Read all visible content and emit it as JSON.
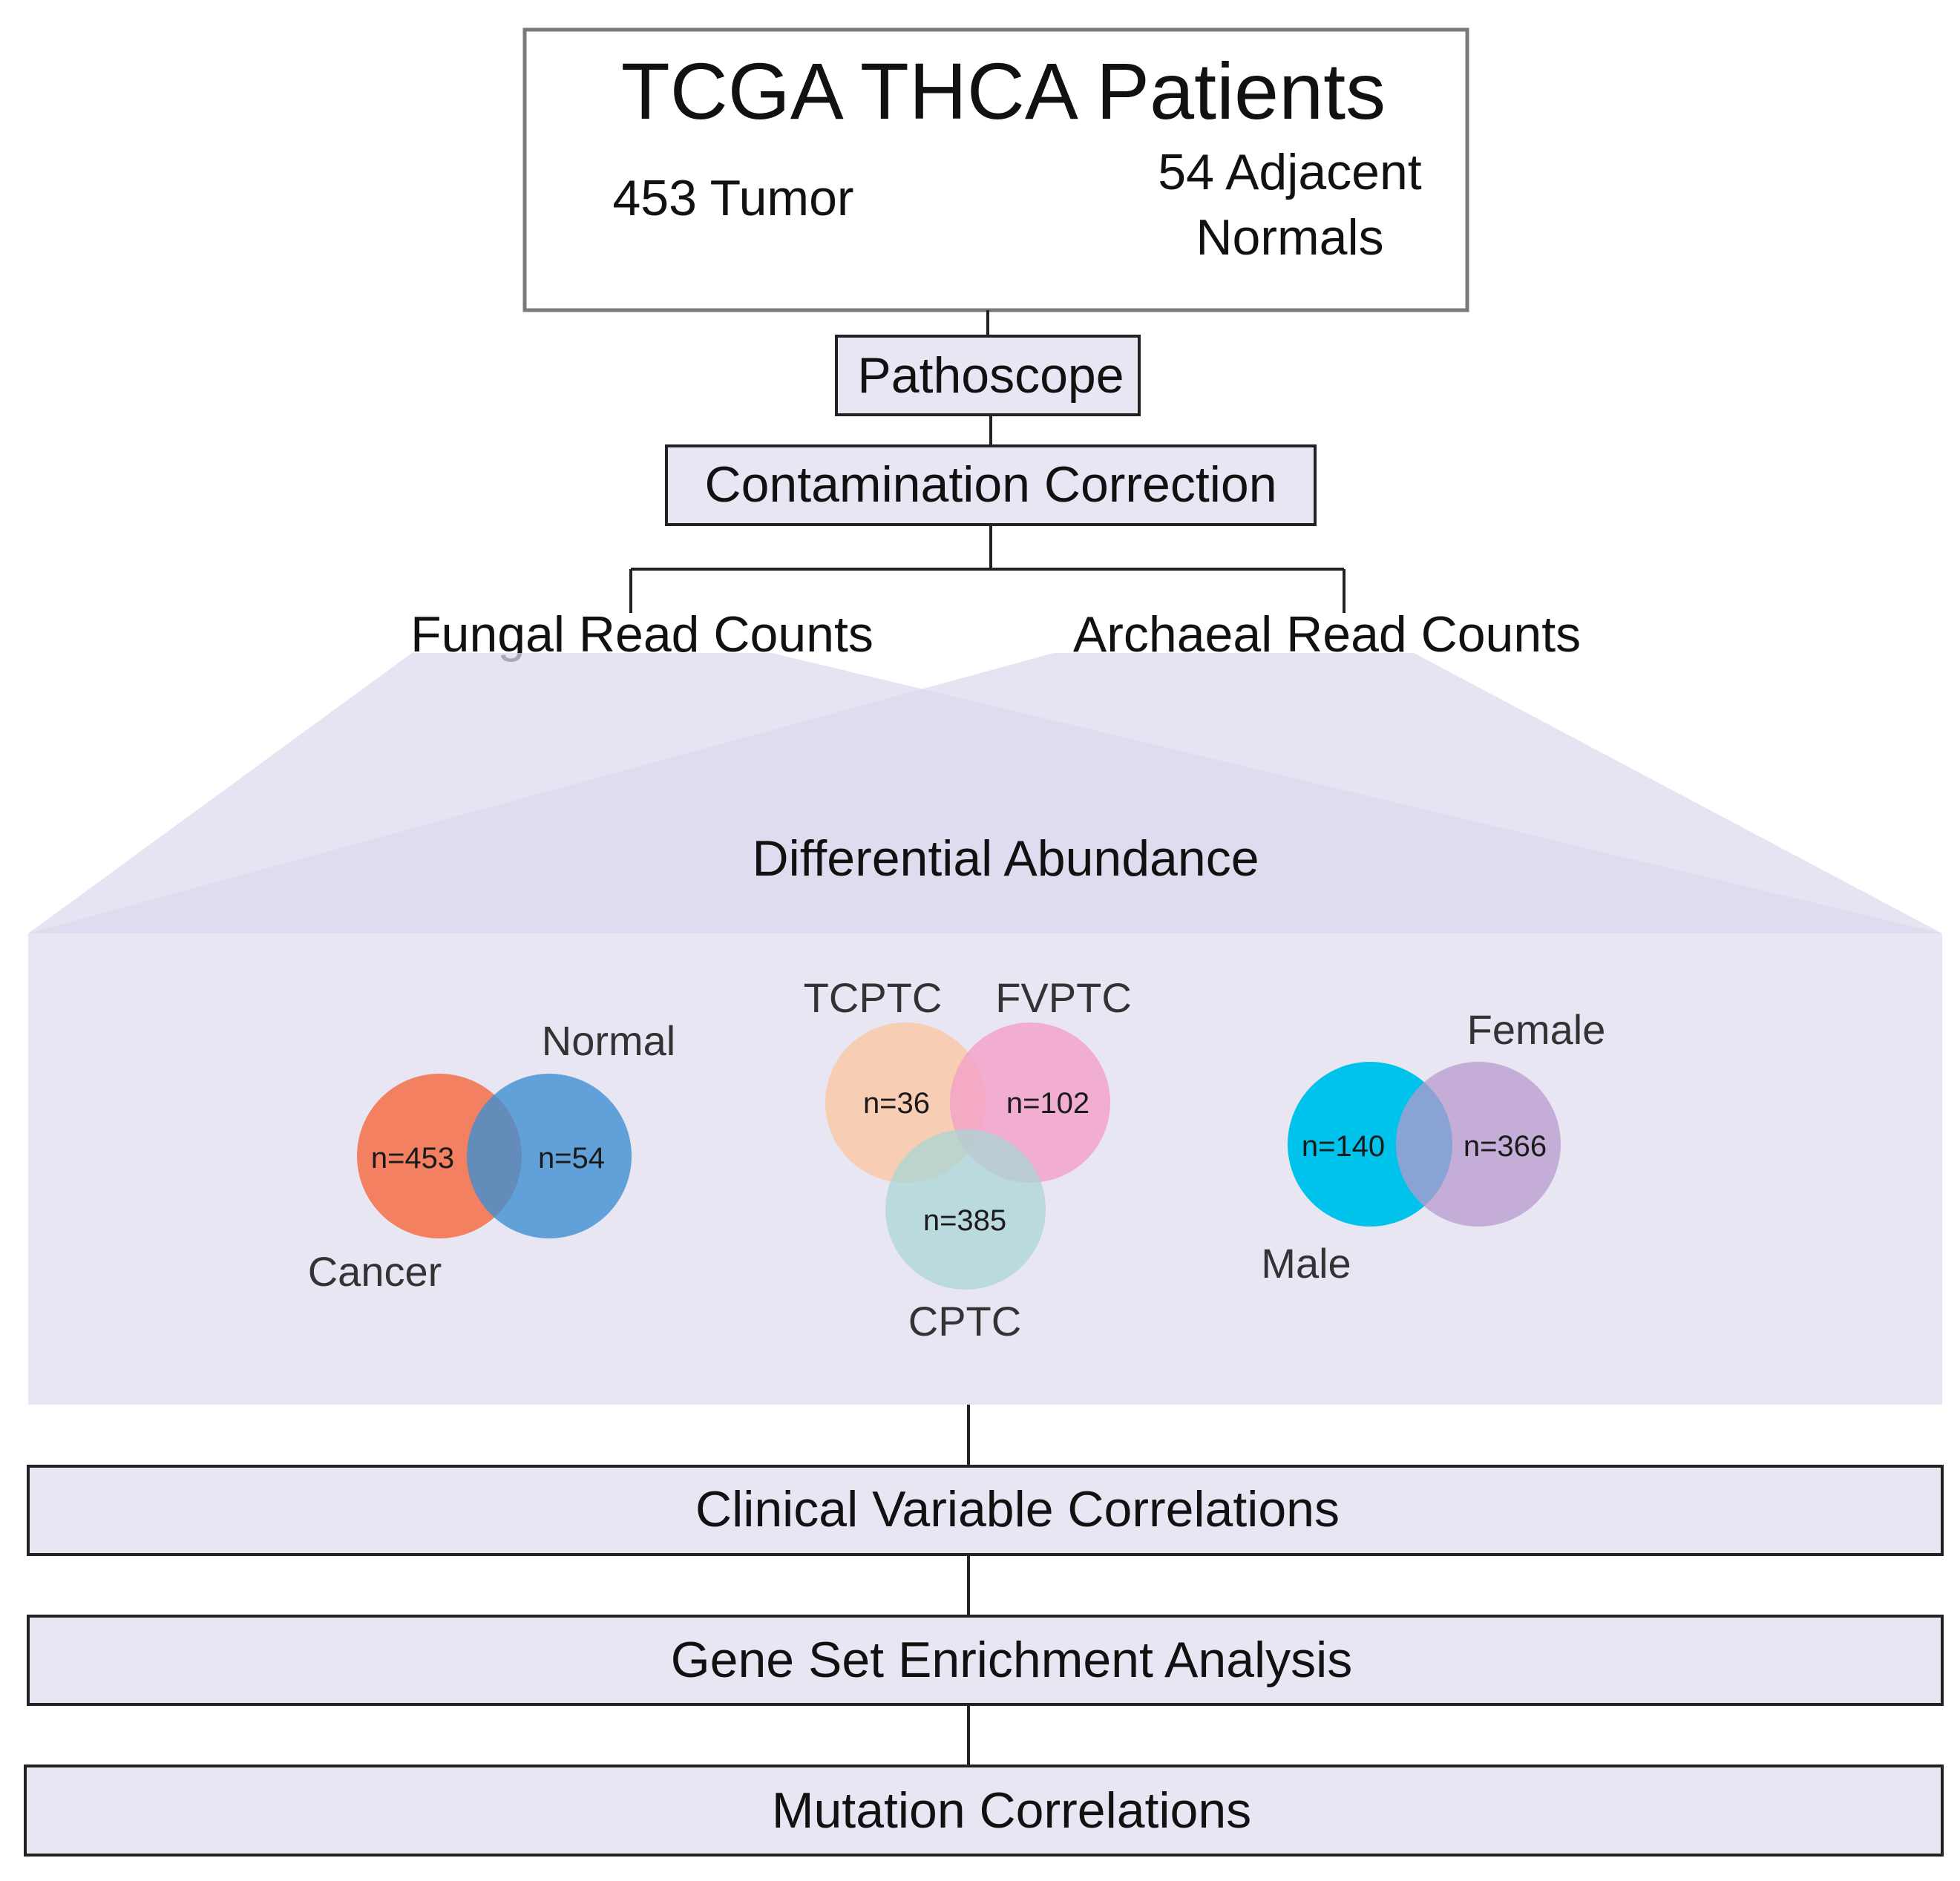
{
  "header": {
    "title": "TCGA THCA Patients",
    "tumor": "453 Tumor",
    "normals_line1": "54 Adjacent",
    "normals_line2": "Normals"
  },
  "steps": {
    "pathoscope": "Pathoscope",
    "contamination": "Contamination Correction",
    "fungal": "Fungal Read Counts",
    "archaeal": "Archaeal Read Counts",
    "differential": "Differential Abundance",
    "clinical": "Clinical Variable Correlations",
    "gsea": "Gene Set Enrichment Analysis",
    "mutation": "Mutation Correlations"
  },
  "venn_cancer_normal": {
    "cancer_label": "Cancer",
    "normal_label": "Normal",
    "cancer_n": "n=453",
    "normal_n": "n=54",
    "cancer_color": "#f47a5a",
    "normal_color": "#3f8fd2"
  },
  "venn_subtypes": {
    "tcptc_label": "TCPTC",
    "fvptc_label": "FVPTC",
    "cptc_label": "CPTC",
    "tcptc_n": "n=36",
    "fvptc_n": "n=102",
    "cptc_n": "n=385",
    "tcptc_color": "#f9c9a8",
    "fvptc_color": "#f3a0c8",
    "cptc_color": "#a9d5d6"
  },
  "venn_sex": {
    "male_label": "Male",
    "female_label": "Female",
    "male_n": "n=140",
    "female_n": "n=366",
    "male_color": "#00c3ec",
    "female_color": "#b79acc"
  }
}
